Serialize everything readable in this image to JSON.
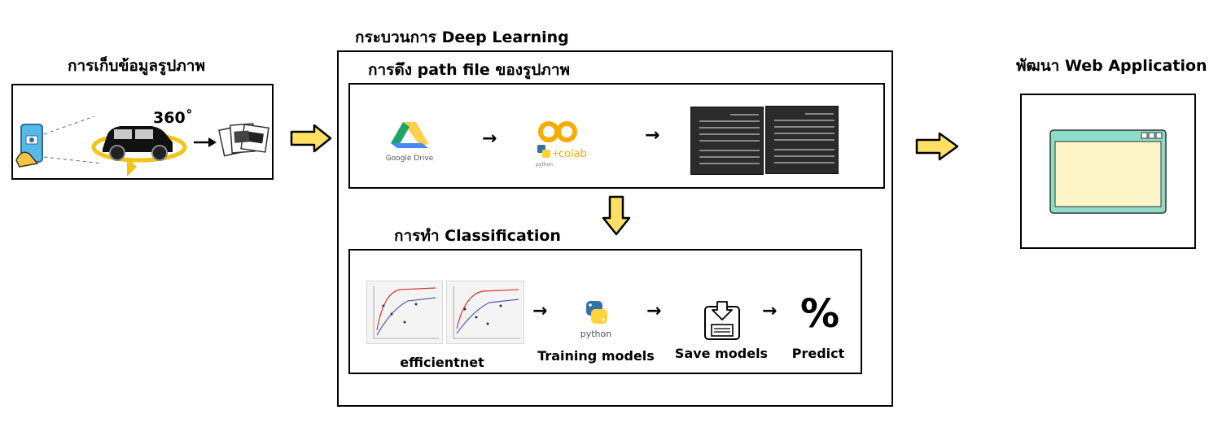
{
  "sections": {
    "collect": {
      "title": "การเก็บข้อมูลรูปภาพ",
      "badge": "360˚"
    },
    "deep_learning": {
      "title": "กระบวนการ Deep Learning",
      "path_file": {
        "title": "การดึง path file ของรูปภาพ",
        "gdrive_label": "Google Drive",
        "colab_label": "colab",
        "colab_python": "python"
      },
      "classification": {
        "title": "การทำ Classification",
        "efficientnet_label": "efficientnet",
        "training_label": "Training models",
        "python_word": "python",
        "save_label": "Save models",
        "predict_label": "Predict",
        "predict_symbol": "%"
      }
    },
    "webapp": {
      "title": "พัฒนา Web Application"
    }
  },
  "colors": {
    "arrow_fill": "#ffe066",
    "gdrive_green": "#1fa463",
    "gdrive_yellow": "#ffd04b",
    "gdrive_blue": "#4688f4",
    "colab_orange": "#f9ab00",
    "python_blue": "#3572a5",
    "python_yellow": "#ffd43b",
    "window_frame": "#8ddcc7",
    "window_fill": "#fdf4c7"
  }
}
